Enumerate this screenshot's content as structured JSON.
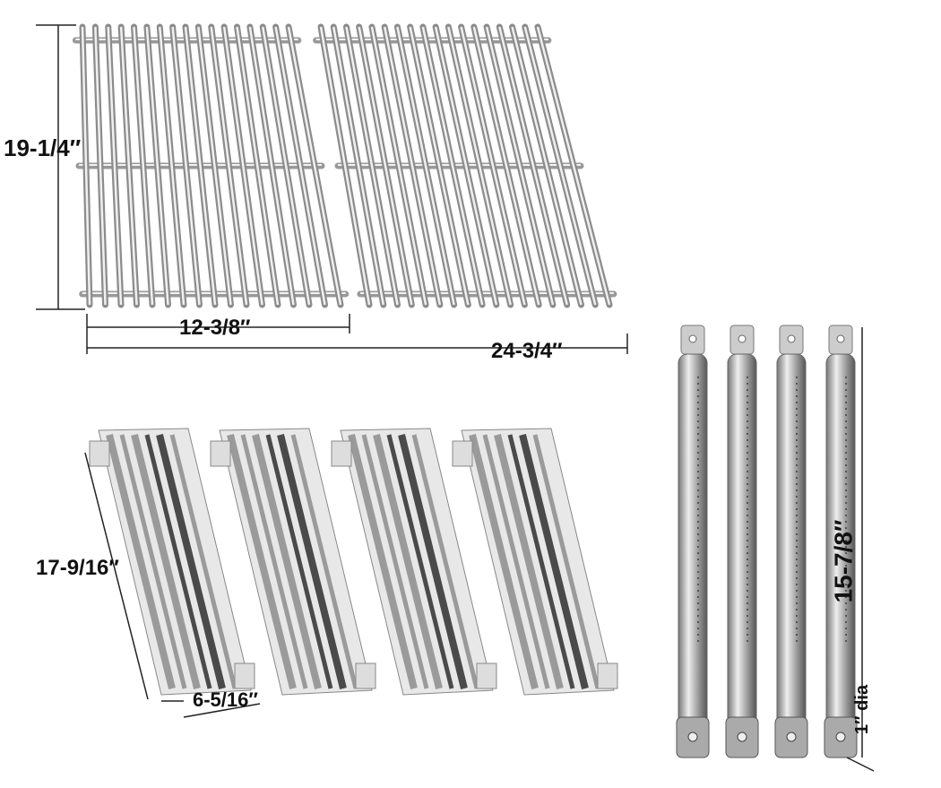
{
  "dimensions": {
    "grate_depth": "19-1/4″",
    "grate_width_single": "12-3/8″",
    "grate_width_total": "24-3/4″",
    "heat_plate_length": "17-9/16″",
    "heat_plate_width": "6-5/16″",
    "burner_length": "15-7/8″",
    "burner_diameter": "1″ dia"
  },
  "counts": {
    "grates": 2,
    "heat_plates": 4,
    "burners": 4
  },
  "colors": {
    "steel_light": "#e4e4e4",
    "steel_mid": "#a9a9a9",
    "steel_dark": "#4a4a4a",
    "dim_line": "#222222"
  }
}
